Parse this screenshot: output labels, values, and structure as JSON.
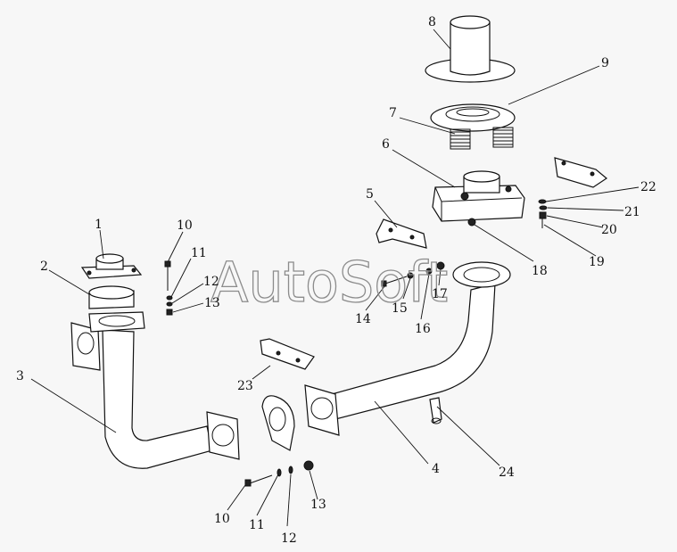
{
  "watermark": "AutoSoft",
  "callouts": {
    "c1": "1",
    "c2": "2",
    "c3": "3",
    "c4": "4",
    "c5": "5",
    "c6": "6",
    "c7": "7",
    "c8": "8",
    "c9": "9",
    "c10a": "10",
    "c11a": "11",
    "c12a": "12",
    "c13a": "13",
    "c10b": "10",
    "c11b": "11",
    "c12b": "12",
    "c13b": "13",
    "c14": "14",
    "c15": "15",
    "c16": "16",
    "c17": "17",
    "c18": "18",
    "c19": "19",
    "c20": "20",
    "c21": "21",
    "c22": "22",
    "c23": "23",
    "c24": "24"
  }
}
